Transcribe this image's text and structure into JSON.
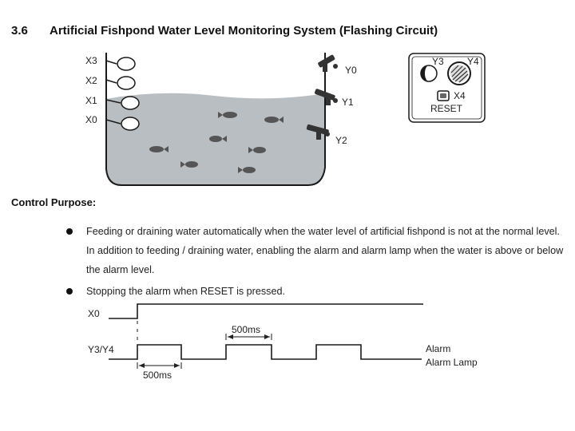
{
  "section": {
    "number": "3.6",
    "title": "Artificial Fishpond Water Level Monitoring System (Flashing Circuit)"
  },
  "pond_labels": {
    "sensors": [
      "X3",
      "X2",
      "X1",
      "X0"
    ],
    "valves": [
      "Y0",
      "Y1",
      "Y2"
    ]
  },
  "panel": {
    "lamp_label": "Y3",
    "alarm_label": "Y4",
    "button_label": "X4",
    "reset_label": "RESET"
  },
  "control_purpose": {
    "title": "Control Purpose:",
    "bullets": [
      "Feeding or draining water automatically when the water level of artificial fishpond is not at the normal level. In addition to feeding / draining water, enabling the alarm and alarm lamp when the water is above or below the alarm level.",
      "Stopping the alarm when RESET is pressed."
    ]
  },
  "timing": {
    "signal_input": "X0",
    "signal_output": "Y3/Y4",
    "pulse_width_top": "500ms",
    "pulse_width_bottom": "500ms",
    "legend_1": "Alarm",
    "legend_2": "Alarm Lamp"
  },
  "colors": {
    "water": "#b8bec2",
    "ink": "#1a1a1a"
  }
}
